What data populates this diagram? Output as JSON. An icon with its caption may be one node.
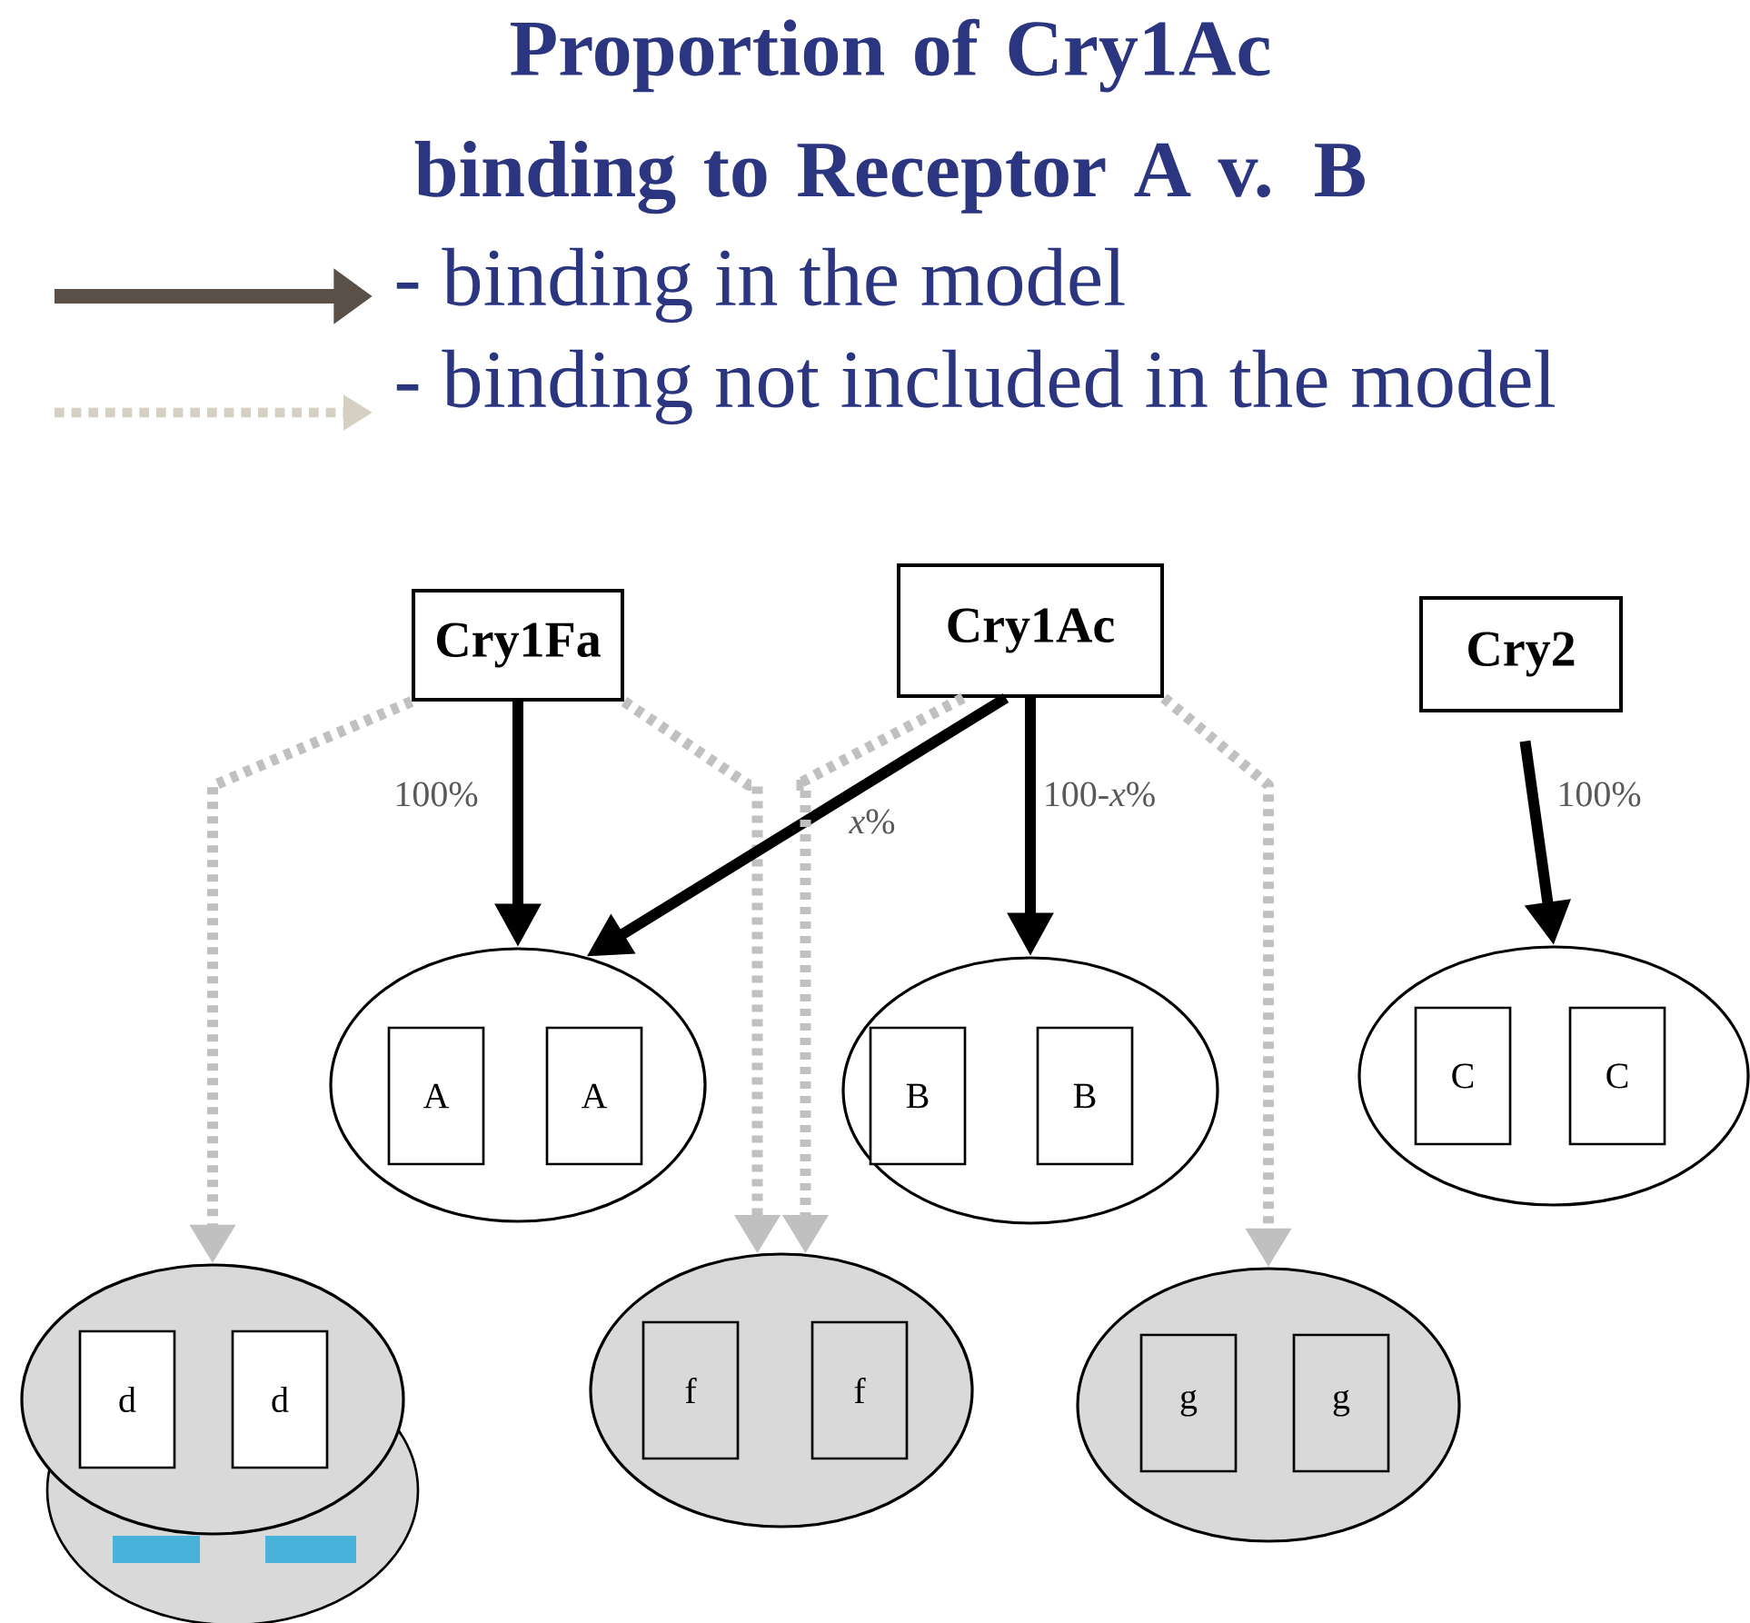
{
  "diagram": {
    "title": "Proportion of Cry1Ac binding to Receptor A v. B",
    "nodes": [
      {
        "text": [
          "Cry1Fa"
        ]
      },
      {
        "text": [
          "Cry1Ac"
        ]
      },
      {
        "text": [
          "Cry2"
        ]
      },
      {
        "text": [],
        "shape": "ellipse"
      },
      {
        "text": [
          "A"
        ],
        "in": 3
      },
      {
        "text": [
          "A"
        ],
        "in": 3
      },
      {
        "text": [],
        "shape": "ellipse"
      },
      {
        "text": [
          "B"
        ],
        "in": 6
      },
      {
        "text": [
          "B"
        ],
        "in": 6
      },
      {
        "text": [],
        "shape": "ellipse"
      },
      {
        "text": [
          "C"
        ],
        "in": 9
      },
      {
        "text": [
          "C"
        ],
        "in": 9
      },
      {
        "text": [],
        "shape": "ellipse"
      },
      {
        "text": [
          "d"
        ],
        "in": 12
      },
      {
        "text": [
          "d"
        ],
        "in": 12
      },
      {
        "text": [],
        "shape": "ellipse"
      },
      {
        "text": [
          "f"
        ],
        "in": 15
      },
      {
        "text": [
          "f"
        ],
        "in": 15
      },
      {
        "text": [],
        "shape": "ellipse"
      },
      {
        "text": [
          "g"
        ],
        "in": 18
      },
      {
        "text": [
          "g"
        ],
        "in": 18
      }
    ],
    "edges": [
      {
        "from": 0,
        "to": 3,
        "arrow": "to",
        "label": "100%"
      },
      {
        "from": 0,
        "to": 12,
        "arrow": "to",
        "style": "dashed",
        "color": "#c0c0c0"
      },
      {
        "from": 0,
        "to": 15,
        "arrow": "to",
        "style": "dashed",
        "color": "#c0c0c0"
      },
      {
        "from": 1,
        "to": 3,
        "arrow": "to",
        "label": "*x*%"
      },
      {
        "from": 1,
        "to": 6,
        "arrow": "to",
        "label": "100-*x*%"
      },
      {
        "from": 1,
        "to": 15,
        "arrow": "to",
        "style": "dashed",
        "color": "#c0c0c0"
      },
      {
        "from": 1,
        "to": 18,
        "arrow": "to",
        "style": "dashed",
        "color": "#c0c0c0"
      },
      {
        "from": 2,
        "to": 9,
        "arrow": "to",
        "label": "100%"
      }
    ],
    "legend": [
      {
        "text": "- binding in the model"
      },
      {
        "text": "- binding not included in the model"
      }
    ]
  }
}
